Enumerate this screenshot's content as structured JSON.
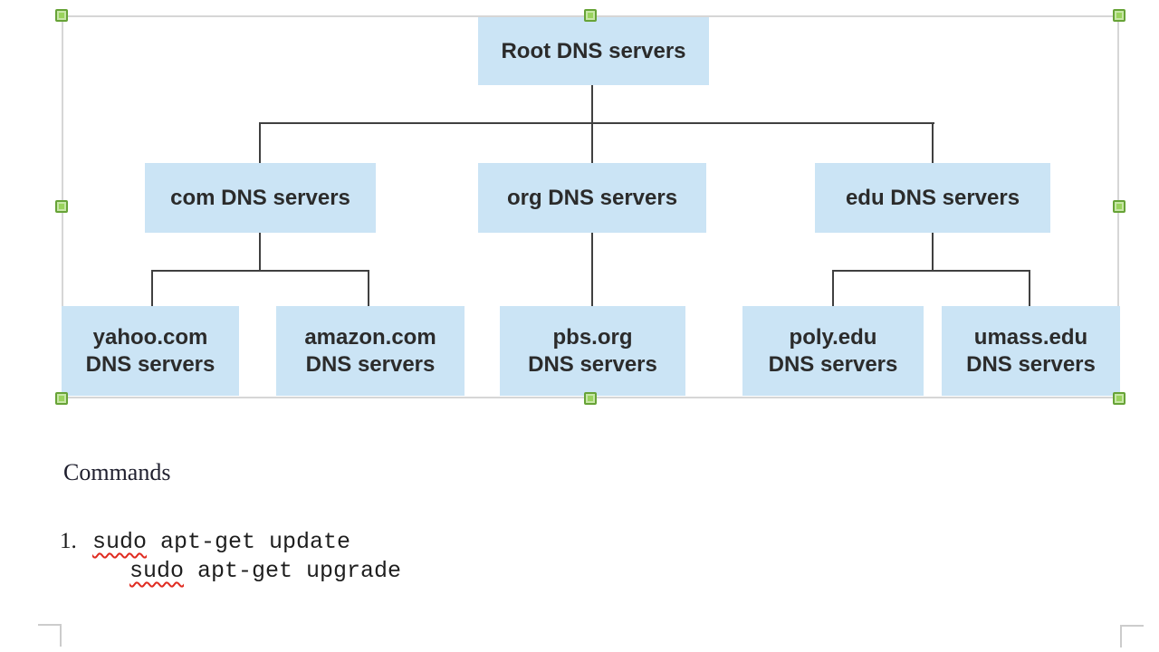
{
  "colors": {
    "node_fill": "#cbe4f5",
    "connector": "#404040",
    "selection_handle_green": "#9ad35d",
    "selection_border_gray": "#d6d6d6",
    "spellcheck_red": "#e02b20"
  },
  "diagram": {
    "root": {
      "label": "Root DNS servers"
    },
    "level2": [
      {
        "label": "com DNS servers"
      },
      {
        "label": "org DNS servers"
      },
      {
        "label": "edu DNS servers"
      }
    ],
    "leaves": [
      {
        "lines": [
          "yahoo.com",
          "DNS servers"
        ]
      },
      {
        "lines": [
          "amazon.com",
          "DNS servers"
        ]
      },
      {
        "lines": [
          "pbs.org",
          "DNS servers"
        ]
      },
      {
        "lines": [
          "poly.edu",
          "DNS servers"
        ]
      },
      {
        "lines": [
          "umass.edu",
          "DNS servers"
        ]
      }
    ]
  },
  "document": {
    "heading": "Commands",
    "list_item_number": "1.",
    "command1": {
      "misspelled": "sudo",
      "rest": " apt-get update"
    },
    "command2": {
      "misspelled": "sudo",
      "rest": " apt-get upgrade"
    }
  }
}
